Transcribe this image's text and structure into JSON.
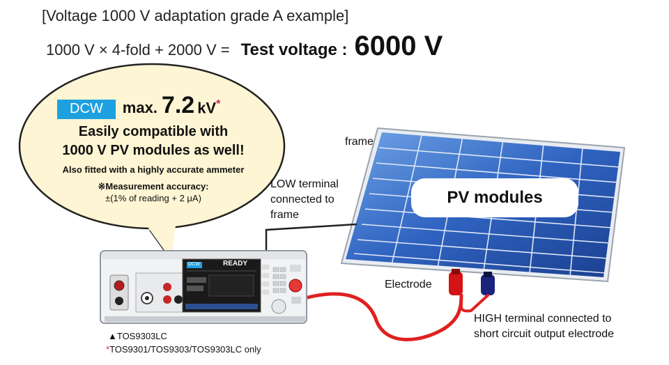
{
  "header": {
    "title": "[Voltage 1000 V adaptation grade A example]",
    "formula": "1000 V × 4-fold + 2000 V =",
    "test_voltage_label": "Test voltage :",
    "test_voltage_value": "6000 V"
  },
  "bubble": {
    "badge": "DCW",
    "max_label": "max.",
    "max_value": "7.2",
    "max_unit": "kV",
    "asterisk": "*",
    "line1": "Easily compatible with",
    "line2": "1000 V PV modules as well!",
    "line3": "Also fitted with a highly accurate ammeter",
    "line4": "※Measurement accuracy:",
    "line5": "±(1% of reading + 2 μA)"
  },
  "labels": {
    "frame": "frame",
    "low_terminal": [
      "LOW terminal",
      "connected to",
      "frame"
    ],
    "pv_modules": "PV modules",
    "electrode": "Electrode",
    "high_terminal": [
      "HIGH terminal connected to",
      "short circuit output electrode"
    ],
    "model": "▲TOS9303LC",
    "note_asterisk": "*",
    "note": "TOS9301/TOS9303/TOS9303LC only"
  },
  "device": {
    "screen_status": "READY",
    "screen_mode": "DCW"
  },
  "colors": {
    "accent_blue": "#1ea0e0",
    "bubble_fill": "#fdf5d3",
    "cable_red": "#e02020",
    "asterisk": "#d81b60",
    "panel_blue": "#2c62b8"
  }
}
